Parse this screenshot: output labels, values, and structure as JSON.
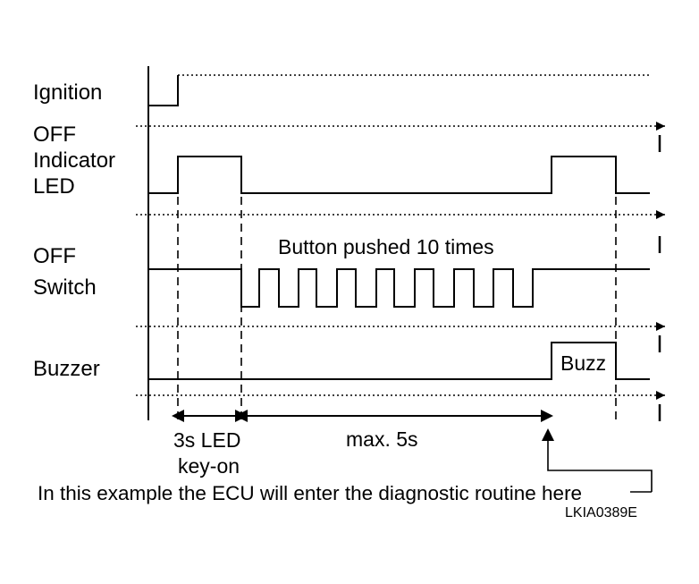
{
  "signals": {
    "ignition": "Ignition",
    "led_line1": "OFF",
    "led_line2": "Indicator",
    "led_line3": "LED",
    "switch_line1": "OFF",
    "switch_line2": "Switch",
    "buzzer": "Buzzer"
  },
  "annotations": {
    "button_pushed": "Button pushed 10 times",
    "buzz": "Buzz",
    "led_duration_line1": "3s LED",
    "led_duration_line2": "key-on",
    "max_time": "max. 5s",
    "diagnostic_note": "In this example the ECU will enter the diagnostic routine here"
  },
  "figure_code": "LKIA0389E"
}
